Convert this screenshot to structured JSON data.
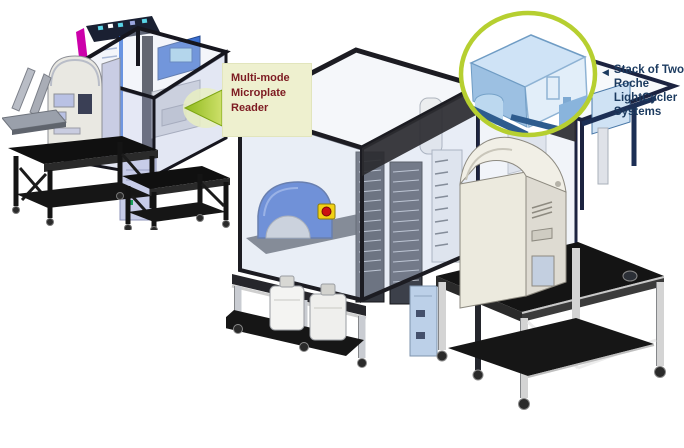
{
  "page": {
    "background": "#ffffff"
  },
  "figure": {
    "accent_green": "#b6cf30",
    "frame_black": "#1b1b22",
    "navy_blue": "#1b3a5f"
  },
  "annotations": {
    "reader_callout": {
      "lines": [
        "Multi-mode",
        "Microplate",
        "Reader"
      ],
      "text_color": "#7d1b22",
      "box_color": "#eef0cf",
      "arrow_color": "#a9c92f",
      "arrow_icon": "left-arrow-icon"
    },
    "stack_label": {
      "pointer_icon": "left-pointer-icon",
      "pointer_glyph": "◀",
      "lines": [
        "Stack of Two",
        "Roche",
        "LightCycler",
        "Systems"
      ],
      "text_color": "#1b3a5f"
    },
    "highlight": {
      "shape": "circle",
      "color": "#b6cf30"
    }
  }
}
